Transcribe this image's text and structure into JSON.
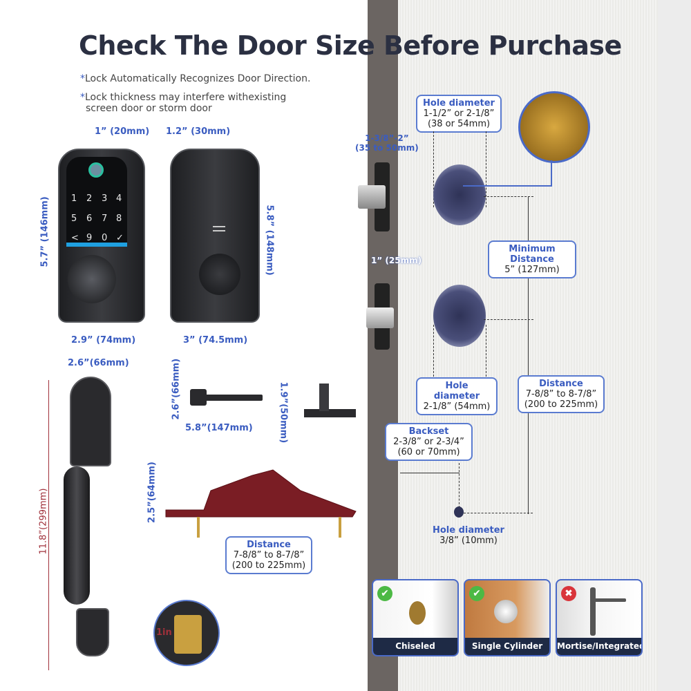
{
  "title": "Check The Door Size Before Purchase",
  "notes": [
    "Lock Automatically Recognizes Door Direction.",
    "Lock thickness may interfere withexisting",
    "screen door or storm door"
  ],
  "note_marker": "*",
  "front_lock": {
    "depth": "1” (20mm)",
    "height": "5.7” (146mm)",
    "width": "2.9” (74mm)",
    "keys": [
      "1",
      "2",
      "3",
      "4",
      "5",
      "6",
      "7",
      "8",
      "<",
      "9",
      "0",
      "✓"
    ]
  },
  "back_lock": {
    "depth": "1.2” (30mm)",
    "height": "5.8” (148mm)",
    "width": "3” (74.5mm)"
  },
  "handle": {
    "width": "2.6”(66mm)",
    "height": "11.8”(299mm)",
    "inset": "1in"
  },
  "lever": {
    "height": "2.6”(66mm)",
    "width": "5.8”(147mm)"
  },
  "strike": {
    "height": "1.9”(50mm)"
  },
  "grip_plate": {
    "height": "2.5”(64mm)",
    "distance_label": "Distance",
    "distance": "7-8/8”  to 8-7/8”",
    "distance_mm": "(200 to 225mm)"
  },
  "door": {
    "thickness": "1-3/8”-2”",
    "thickness_mm": "(35 to 50mm)",
    "latch_width": "1” (25mm)",
    "hole_top": {
      "label": "Hole diameter",
      "line1": "1-1/2” or 2-1/8”",
      "line2": "(38 or 54mm)"
    },
    "min_distance": {
      "label": "Minimum Distance",
      "value": "5” (127mm)"
    },
    "hole_mid": {
      "label": "Hole diameter",
      "value": "2-1/8” (54mm)"
    },
    "distance": {
      "label": "Distance",
      "line1": "7-8/8”  to 8-7/8”",
      "line2": "(200 to 225mm)"
    },
    "backset": {
      "label": "Backset",
      "line1": "2-3/8” or 2-3/4”",
      "line2": "(60 or 70mm)"
    },
    "hole_small": {
      "label": "Hole diameter",
      "value": "3/8” (10mm)"
    }
  },
  "door_types": [
    {
      "label": "Chiseled",
      "status": "compatible",
      "icon": "✔"
    },
    {
      "label": "Single Cylinder",
      "status": "compatible",
      "icon": "✔"
    },
    {
      "label": "Mortise/Integrated",
      "status": "incompatible",
      "icon": "✖"
    }
  ],
  "colors": {
    "accent": "#3a5cc0",
    "ok": "#4cb944",
    "bad": "#d9343a",
    "dark": "#1e2a45"
  }
}
